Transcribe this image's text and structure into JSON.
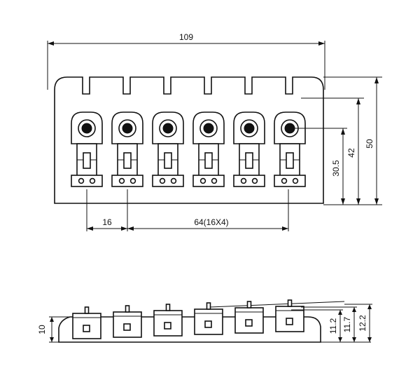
{
  "diagram": {
    "top_view": {
      "saddle_count": 6,
      "dimensions": {
        "overall_width": "109",
        "height_total": "50",
        "height_mid": "42",
        "height_hole": "30.5",
        "spacing_single": "16",
        "spacing_group": "64(16X4)"
      }
    },
    "side_view": {
      "saddle_count": 6,
      "dimensions": {
        "base_height": "10",
        "height_a": "11.2",
        "height_b": "11.7",
        "height_c": "12.2"
      }
    }
  }
}
